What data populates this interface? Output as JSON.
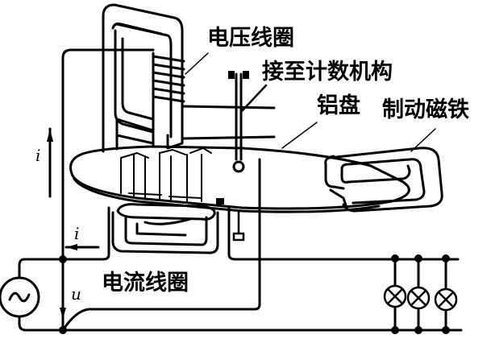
{
  "diagram": {
    "title": "Induction watt-hour meter structure",
    "labels": {
      "voltage_coil": "电压线圈",
      "to_counter": "接至计数机构",
      "aluminum_disc": "铝盘",
      "brake_magnet": "制动磁铁",
      "current_coil": "电流线圈"
    },
    "symbols": {
      "current_vertical": "i",
      "current_horizontal": "i",
      "voltage": "u"
    },
    "components": {
      "source": "ac-source",
      "loads": [
        "lamp-1",
        "lamp-2",
        "lamp-3"
      ]
    },
    "colors": {
      "line": "#000000",
      "background": "#ffffff"
    }
  }
}
